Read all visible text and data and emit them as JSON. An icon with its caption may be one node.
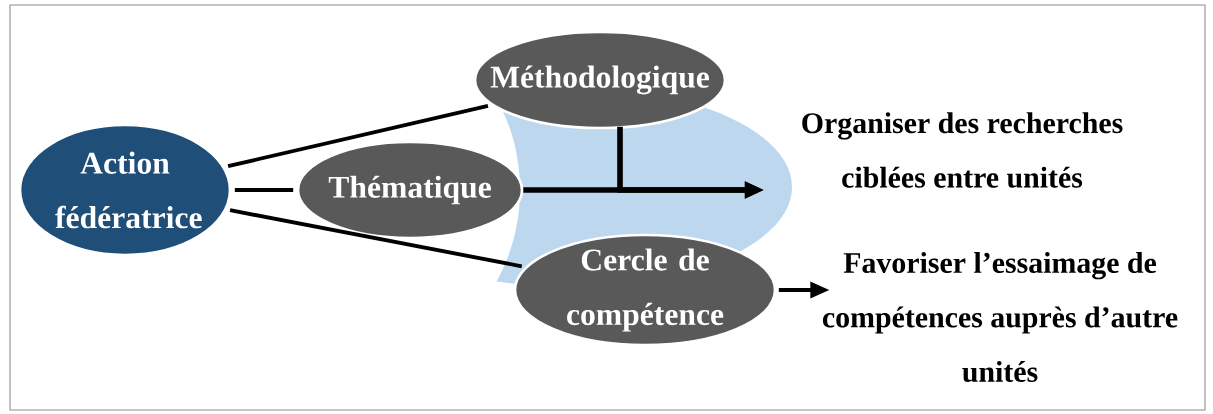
{
  "diagram": {
    "nodes": [
      {
        "text": [
          "Action fédératrice"
        ]
      },
      {
        "text": [
          "Méthodologique"
        ]
      },
      {
        "text": [
          "Thématique"
        ]
      },
      {
        "text": [
          "Cercle de compétence"
        ]
      },
      {
        "text": [
          "Organiser des recherches ciblées entre unités"
        ]
      },
      {
        "text": [
          "Favoriser l’essaimage de compétences auprès d’autre unités"
        ]
      }
    ],
    "edges": [
      {
        "from": 0,
        "to": 1,
        "arrow": "none"
      },
      {
        "from": 1,
        "to": 4,
        "arrow": "to"
      },
      {
        "from": 0,
        "to": 2,
        "arrow": "none"
      },
      {
        "from": 2,
        "to": 4,
        "arrow": "to"
      },
      {
        "from": 0,
        "to": 3,
        "arrow": "none"
      },
      {
        "from": 3,
        "to": 5,
        "arrow": "to"
      }
    ]
  }
}
